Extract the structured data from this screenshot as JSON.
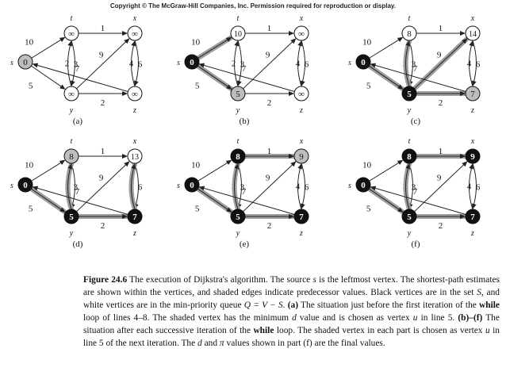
{
  "copyright": "Copyright © The McGraw-Hill Companies, Inc. Permission required for reproduction or display.",
  "colors": {
    "black_vertex": "#111111",
    "gray_vertex": "#bdbdbd",
    "white_vertex": "#ffffff",
    "shaded_edge": "#9e9e9e",
    "edge": "#222222"
  },
  "graph": {
    "vertices": [
      {
        "id": "s",
        "label": "s"
      },
      {
        "id": "t",
        "label": "t"
      },
      {
        "id": "x",
        "label": "x"
      },
      {
        "id": "y",
        "label": "y"
      },
      {
        "id": "z",
        "label": "z"
      }
    ],
    "edges": [
      {
        "from": "s",
        "to": "t",
        "weight": "10"
      },
      {
        "from": "s",
        "to": "y",
        "weight": "5"
      },
      {
        "from": "t",
        "to": "x",
        "weight": "1"
      },
      {
        "from": "t",
        "to": "y",
        "weight": "2"
      },
      {
        "from": "y",
        "to": "t",
        "weight": "3"
      },
      {
        "from": "y",
        "to": "x",
        "weight": "9"
      },
      {
        "from": "y",
        "to": "z",
        "weight": "2"
      },
      {
        "from": "x",
        "to": "z",
        "weight": "4"
      },
      {
        "from": "z",
        "to": "x",
        "weight": "6"
      },
      {
        "from": "z",
        "to": "s",
        "weight": "7"
      }
    ]
  },
  "panels": [
    {
      "label": "(a)",
      "d": {
        "s": "0",
        "t": "∞",
        "x": "∞",
        "y": "∞",
        "z": "∞"
      },
      "state": {
        "s": "gray",
        "t": "white",
        "x": "white",
        "y": "white",
        "z": "white"
      },
      "shaded": []
    },
    {
      "label": "(b)",
      "d": {
        "s": "0",
        "t": "10",
        "x": "∞",
        "y": "5",
        "z": "∞"
      },
      "state": {
        "s": "black",
        "t": "white",
        "x": "white",
        "y": "gray",
        "z": "white"
      },
      "shaded": [
        "s-t",
        "s-y"
      ]
    },
    {
      "label": "(c)",
      "d": {
        "s": "0",
        "t": "8",
        "x": "14",
        "y": "5",
        "z": "7"
      },
      "state": {
        "s": "black",
        "t": "white",
        "x": "white",
        "y": "black",
        "z": "gray"
      },
      "shaded": [
        "s-y",
        "y-t",
        "y-x",
        "y-z"
      ]
    },
    {
      "label": "(d)",
      "d": {
        "s": "0",
        "t": "8",
        "x": "13",
        "y": "5",
        "z": "7"
      },
      "state": {
        "s": "black",
        "t": "gray",
        "x": "white",
        "y": "black",
        "z": "black"
      },
      "shaded": [
        "s-y",
        "y-t",
        "y-z",
        "z-x"
      ]
    },
    {
      "label": "(e)",
      "d": {
        "s": "0",
        "t": "8",
        "x": "9",
        "y": "5",
        "z": "7"
      },
      "state": {
        "s": "black",
        "t": "black",
        "x": "gray",
        "y": "black",
        "z": "black"
      },
      "shaded": [
        "s-y",
        "y-t",
        "y-z",
        "t-x"
      ]
    },
    {
      "label": "(f)",
      "d": {
        "s": "0",
        "t": "8",
        "x": "9",
        "y": "5",
        "z": "7"
      },
      "state": {
        "s": "black",
        "t": "black",
        "x": "black",
        "y": "black",
        "z": "black"
      },
      "shaded": [
        "s-y",
        "y-t",
        "y-z",
        "t-x"
      ]
    }
  ],
  "caption": {
    "fig_label": "Figure 24.6",
    "line1": "The execution of Dijkstra's algorithm. The source",
    "s1": "s",
    "line1b": "is the leftmost vertex. The shortest-path estimates are shown within the vertices, and shaded edges indicate predecessor values. Black vertices are in the set",
    "S1": "S",
    "line1c": ", and white vertices are in the min-priority queue",
    "Q": "Q = V − S",
    "line1d": ".",
    "a_label": "(a)",
    "a_text": "The situation just before the first iteration of the",
    "while1": "while",
    "a_text2": "loop of lines 4–8. The shaded vertex has the minimum",
    "d1": "d",
    "a_text3": "value and is chosen as vertex",
    "u1": "u",
    "a_text4": "in line 5.",
    "bf_label": "(b)–(f)",
    "bf_text": "The situation after each successive iteration of the",
    "while2": "while",
    "bf_text2": "loop. The shaded vertex in each part is chosen as vertex",
    "u2": "u",
    "bf_text3": "in line 5 of the next iteration. The",
    "d2": "d",
    "and": "and",
    "pi": "π",
    "f_text": "values shown in part (f) are the final values."
  }
}
